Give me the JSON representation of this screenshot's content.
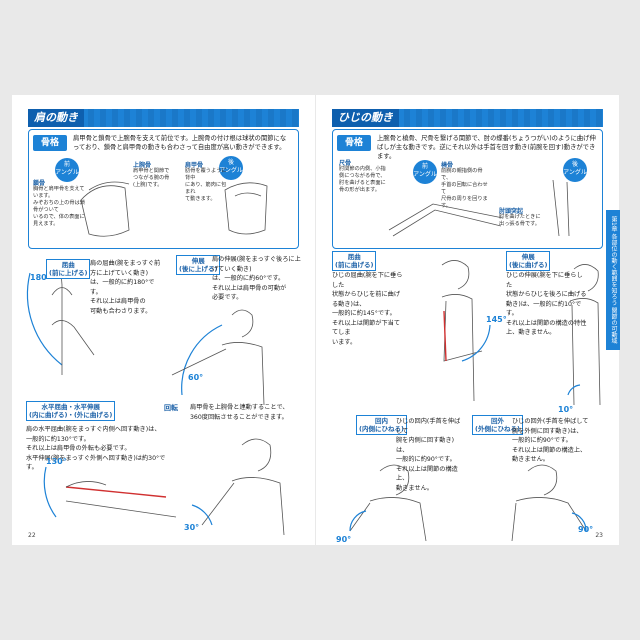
{
  "left": {
    "banner": "肩の動き",
    "bone_head": "骨格",
    "bone_desc": "肩甲骨と鎖骨で上腕骨を支えて前位です。上腕骨の付け根は球状の関節になっており、鎖骨と肩甲骨の動きも合わさって自由度が高い動きができます。",
    "front_badge": "前\nアングル",
    "back_badge": "後\nアングル",
    "label_clavicle": "鎖骨",
    "clavicle_note": "胸骨と肩甲骨を支えています。\nみぞおちの上の骨は鎖骨がついて\nいるので、体の表面に見えます。",
    "label_humerus": "上腕骨",
    "humerus_note": "肩甲骨と関節で\nつながる腕の骨\n(上腕)です。",
    "label_scapula": "肩甲骨",
    "scapula_note": "肋骨を覆うように背中\nにあり、筋肉に包まれ\nて動きます。",
    "flex_box": "屈曲\n(前に上げる)",
    "flex_text": "肩の屈曲(腕をまっすぐ前方に上げていく動き)\nは、一般的に約180°です。\nそれ以上は肩甲骨の\n可動も合わさります。",
    "ext_box": "伸展\n(後に上げる)",
    "ext_text": "肩の伸展(腕をまっすぐ後ろに上げていく動き)\nは、一般的に約60°です。\nそれ以上は肩甲骨の可動が\n必要です。",
    "deg_flex": "180°",
    "deg_ext": "60°",
    "horiz_box": "水平屈曲・水平伸展\n(内に曲げる)・(外に曲げる)",
    "horiz_text": "肩の水平屈曲(腕をまっすぐ内側へ回す動き)は、一般的に約130°です。\nそれ以上は肩甲骨の外転も必要です。\n水平伸展(腕をまっすぐ外側へ回す動き)は約30°です。",
    "rot_name": "回転",
    "rot_text": "肩甲骨を上腕骨と連動することで、\n360度回転させることができます。",
    "deg_130": "130°",
    "deg_30": "30°",
    "page_no": "22"
  },
  "right": {
    "banner": "ひじの動き",
    "bone_head": "骨格",
    "bone_desc": "上腕骨と橈骨、尺骨を繋げる関節で、肘の蝶番(ちょうつがい)のように曲げ伸ばしが主な動きです。逆にそれ以外は手首を回す動き(前腕を回す)動きができます。",
    "label_ulna": "尺骨",
    "ulna_note": "肘関節の内側、小指\n側につながる骨で、\n肘を曲げると表面に\n骨の形が出ます。",
    "badge_front": "前\nアングル",
    "label_radius": "橈骨",
    "radius_note": "前腕の親指側の骨で、\n手首の回転に合わせて\n尺骨の周りを回ります。",
    "badge_back": "後\nアングル",
    "label_olecranon": "肘頭突起",
    "olecranon_note": "肘を曲げたときに\n出っ張る骨です。",
    "flex_box": "屈曲\n(前に曲げる)",
    "flex_text": "ひじの屈曲(腕を下に垂らした\n状態からひじを前に曲げる動き)は、\n一般的に約145°です。\nそれ以上は関節が下当ててしま\nいます。",
    "ext_box": "伸展\n(後に曲げる)",
    "ext_text": "ひじの伸展(腕を下に垂らした\n状態からひじを後ろに曲げる\n動き)は、一般的に約10°です。\nそれ以上は関節の構造の特性\n上、動きません。",
    "deg_145": "145°",
    "deg_10": "10°",
    "pron_box": "回内\n(内側にひねる)",
    "pron_text": "ひじの回内(手首を伸ばして\n腕を内側に回す動き)は、\n一般的に約90°です。\nそれ以上は関節の構造上、\n動きません。",
    "sup_box": "回外\n(外側にひねる)",
    "sup_text": "ひじの回外(手首を伸ばして\n腕を外側に回す動き)は、\n一般的に約90°です。\nそれ以上は関節の構造上、\n動きません。",
    "deg_90a": "90°",
    "deg_90b": "90°",
    "page_no": "23"
  },
  "side_tab": "第1章 各部位の動く範囲を知ろう 関節の可動域",
  "colors": {
    "accent": "#1d82d6",
    "dark": "#0e5fae",
    "red": "#d03030"
  }
}
